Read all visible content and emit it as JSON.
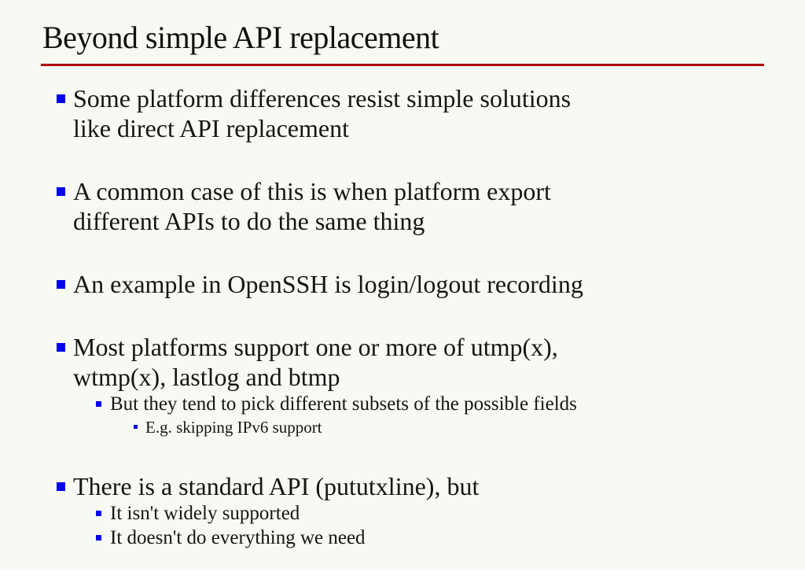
{
  "slide": {
    "title": "Beyond simple API replacement",
    "colors": {
      "background": "#f6faf2",
      "accent_rule": "#b00000",
      "bullet_square": "#0000ee",
      "text": "#151515"
    },
    "bullets": [
      {
        "level": 1,
        "text": "Some platform differences resist simple solutions\nlike direct API replacement"
      },
      {
        "level": 1,
        "text": "A common case of this is when platform export\ndifferent APIs to do the same thing"
      },
      {
        "level": 1,
        "text": "An example in OpenSSH is login/logout recording"
      },
      {
        "level": 1,
        "text": "Most platforms support one or more of utmp(x),\nwtmp(x), lastlog and btmp",
        "children": [
          {
            "level": 2,
            "text": "But they tend to pick different subsets of the possible fields",
            "children": [
              {
                "level": 3,
                "text": "E.g. skipping IPv6 support"
              }
            ]
          }
        ]
      },
      {
        "level": 1,
        "text": "There is a standard API (pututxline), but",
        "children": [
          {
            "level": 2,
            "text": "It isn't widely supported"
          },
          {
            "level": 2,
            "text": "It doesn't do everything we need"
          }
        ]
      }
    ]
  }
}
